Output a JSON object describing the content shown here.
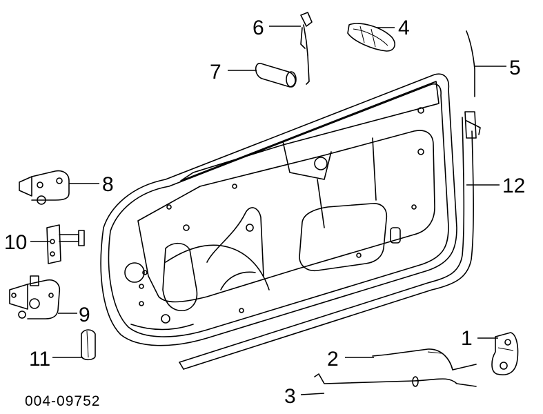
{
  "diagram": {
    "code": "004-09752",
    "callouts": {
      "c1": "1",
      "c2": "2",
      "c3": "3",
      "c4": "4",
      "c5": "5",
      "c6": "6",
      "c7": "7",
      "c8": "8",
      "c9": "9",
      "c10": "10",
      "c11": "11",
      "c12": "12"
    }
  }
}
